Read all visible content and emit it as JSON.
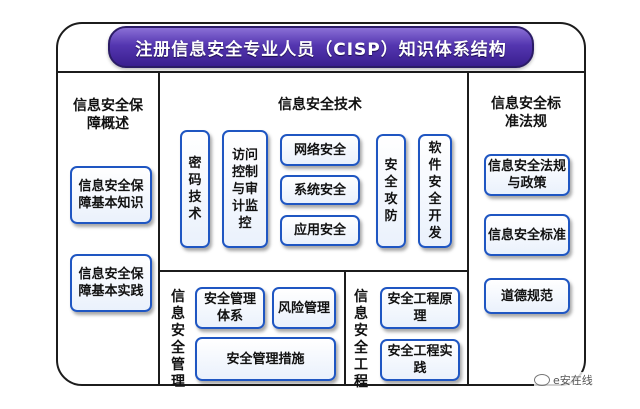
{
  "title": "注册信息安全专业人员（CISP）知识体系结构",
  "left": {
    "heading": "信息安全保障概述",
    "boxes": [
      "信息安全保障基本知识",
      "信息安全保障基本实践"
    ]
  },
  "tech": {
    "heading": "信息安全技术",
    "boxes": {
      "crypto": "密码技术",
      "access": "访问控制与审计监控",
      "network": "网络安全",
      "system": "系统安全",
      "application": "应用安全",
      "attack": "安全攻防",
      "software": "软件安全开发"
    }
  },
  "management": {
    "heading": "信息安全管理",
    "boxes": {
      "system": "安全管理体系",
      "risk": "风险管理",
      "measures": "安全管理措施"
    }
  },
  "engineering": {
    "heading": "信息安全工程",
    "boxes": {
      "principle": "安全工程原理",
      "practice": "安全工程实践"
    }
  },
  "right": {
    "heading": "信息安全标准法规",
    "boxes": [
      "信息安全法规与政策",
      "信息安全标准",
      "道德规范"
    ]
  },
  "watermark": "e安在线",
  "colors": {
    "title_bg": "#4a2ca6",
    "box_border": "#1f56c2",
    "frame": "#1c1c1c"
  }
}
